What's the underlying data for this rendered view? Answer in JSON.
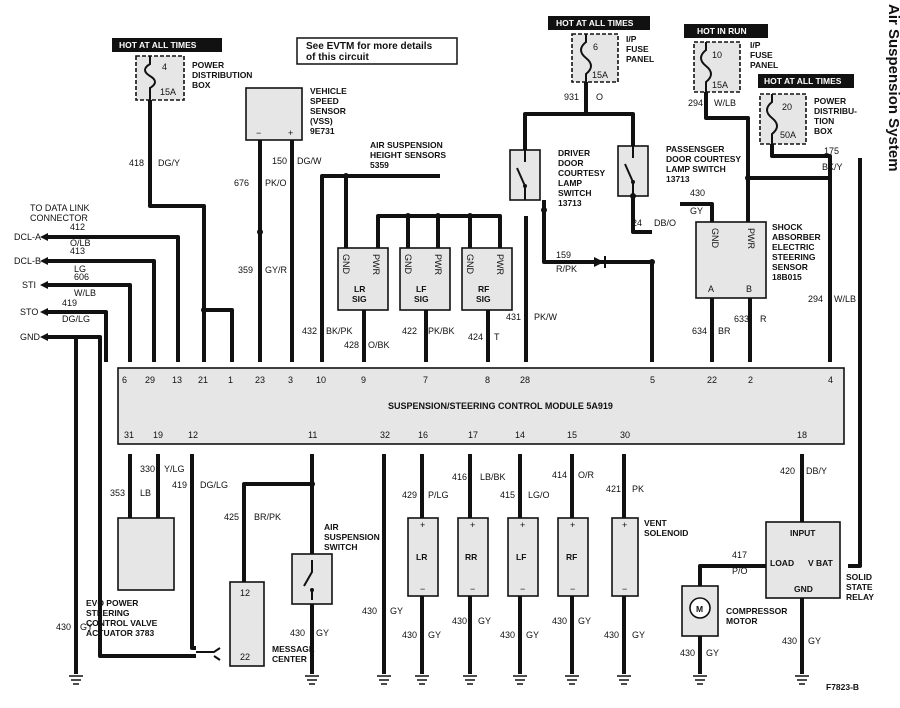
{
  "title": "Air Suspension System",
  "see_note": [
    "See EVTM for more details",
    "of this circuit"
  ],
  "figure_id": "F7823-B",
  "hot_tags": {
    "pdb": "HOT AT ALL TIMES",
    "ip6": "HOT AT ALL TIMES",
    "ip10": "HOT IN RUN",
    "pdb20": "HOT AT ALL TIMES"
  },
  "fuses": {
    "f4": {
      "num": "4",
      "amp": "15A"
    },
    "f6": {
      "num": "6",
      "amp": "15A"
    },
    "f10": {
      "num": "10",
      "amp": "15A"
    },
    "f20": {
      "num": "20",
      "amp": "50A"
    }
  },
  "components": {
    "pdb": [
      "POWER",
      "DISTRIBUTION",
      "BOX"
    ],
    "ipfuse6": [
      "I/P",
      "FUSE",
      "PANEL"
    ],
    "ipfuse10": [
      "I/P",
      "FUSE",
      "PANEL"
    ],
    "pdb20": [
      "POWER",
      "DISTRIBU-",
      "TION",
      "BOX"
    ],
    "vss": [
      "VEHICLE",
      "SPEED",
      "SENSOR",
      "(VSS)",
      "9E731"
    ],
    "height": [
      "AIR SUSPENSION",
      "HEIGHT SENSORS",
      "5359"
    ],
    "driver_door": [
      "DRIVER",
      "DOOR",
      "COURTESY",
      "LAMP",
      "SWITCH",
      "13713"
    ],
    "pass_door": [
      "PASSENSGER",
      "DOOR COURTESY",
      "LAMP SWITCH",
      "13713"
    ],
    "shock": [
      "SHOCK",
      "ABSORBER",
      "ELECTRIC",
      "STEERING",
      "SENSOR",
      "18B015"
    ],
    "dlc": [
      "TO DATA LINK",
      "CONNECTOR"
    ],
    "module": "SUSPENSION/STEERING CONTROL MODULE 5A919",
    "evo": [
      "EVO POWER",
      "STEERING",
      "CONTROL VALVE",
      "ACTUATOR 3783"
    ],
    "air_switch": [
      "AIR",
      "SUSPENSION",
      "SWITCH"
    ],
    "message": [
      "MESSAGE",
      "CENTER"
    ],
    "vent": [
      "VENT",
      "SOLENOID"
    ],
    "compressor": [
      "COMPRESSOR",
      "MOTOR"
    ],
    "ssr": [
      "SOLID",
      "STATE",
      "RELAY"
    ]
  },
  "dlc_lines": [
    "DCL-A",
    "DCL-B",
    "STI",
    "STO",
    "GND"
  ],
  "sensors": {
    "lr": [
      "LR",
      "SIG"
    ],
    "lf": [
      "LF",
      "SIG"
    ],
    "rf": [
      "RF",
      "SIG"
    ],
    "gnd": "GND",
    "pwr": "PWR"
  },
  "actuators": [
    "LR",
    "RR",
    "LF",
    "RF"
  ],
  "signs": {
    "plus": "+",
    "minus": "−",
    "vss_plus": "+",
    "vss_minus": "−"
  },
  "shock_pins": {
    "gnd": "GND",
    "pwr": "PWR",
    "a": "A",
    "b": "B"
  },
  "ssr_pins": {
    "input": "INPUT",
    "load": "LOAD",
    "vbat": "V BAT",
    "gnd": "GND"
  },
  "motor_symbol": "M",
  "msg_pins": {
    "p12": "12",
    "p22": "22"
  },
  "top_pins": [
    "6",
    "29",
    "13",
    "21",
    "1",
    "23",
    "3",
    "10",
    "9",
    "7",
    "8",
    "28",
    "5",
    "22",
    "2",
    "4"
  ],
  "bottom_pins": [
    "31",
    "19",
    "12",
    "11",
    "32",
    "16",
    "17",
    "14",
    "15",
    "30",
    "18"
  ],
  "wires": {
    "w418": {
      "num": "418",
      "color": "DG/Y"
    },
    "w676": {
      "num": "676",
      "color": "PK/O"
    },
    "w150": {
      "num": "150",
      "color": "DG/W"
    },
    "w359": {
      "num": "359",
      "color": "GY/R"
    },
    "w412": {
      "num": "412",
      "color": "O/LB"
    },
    "w413": {
      "num": "413",
      "color": "LG"
    },
    "w606": {
      "num": "606",
      "color": "W/LB"
    },
    "w419": {
      "num": "419",
      "color": "DG/LG"
    },
    "w432": {
      "num": "432",
      "color": "BK/PK"
    },
    "w428": {
      "num": "428",
      "color": "O/BK"
    },
    "w422": {
      "num": "422",
      "color": "PK/BK"
    },
    "w424": {
      "num": "424",
      "color": "T"
    },
    "w431": {
      "num": "431",
      "color": "PK/W"
    },
    "w931": {
      "num": "931",
      "color": "O"
    },
    "w159": {
      "num": "159",
      "color": "R/PK"
    },
    "w24": {
      "num": "24",
      "color": "DB/O"
    },
    "w294a": {
      "num": "294",
      "color": "W/LB"
    },
    "w294b": {
      "num": "294",
      "color": "W/LB"
    },
    "w175": {
      "num": "175",
      "color": "BK/Y"
    },
    "w430gy": {
      "num": "430",
      "color": "GY"
    },
    "w634": {
      "num": "634",
      "color": "BR"
    },
    "w633": {
      "num": "633",
      "color": "R"
    },
    "w353": {
      "num": "353",
      "color": "LB"
    },
    "w330": {
      "num": "330",
      "color": "Y/LG"
    },
    "w419b": {
      "num": "419",
      "color": "DG/LG"
    },
    "w425": {
      "num": "425",
      "color": "BR/PK"
    },
    "w429": {
      "num": "429",
      "color": "P/LG"
    },
    "w416": {
      "num": "416",
      "color": "LB/BK"
    },
    "w415": {
      "num": "415",
      "color": "LG/O"
    },
    "w414": {
      "num": "414",
      "color": "O/R"
    },
    "w421": {
      "num": "421",
      "color": "PK"
    },
    "w420": {
      "num": "420",
      "color": "DB/Y"
    },
    "w417": {
      "num": "417",
      "color": "P/O"
    },
    "g430": {
      "num": "430",
      "color": "GY"
    }
  }
}
